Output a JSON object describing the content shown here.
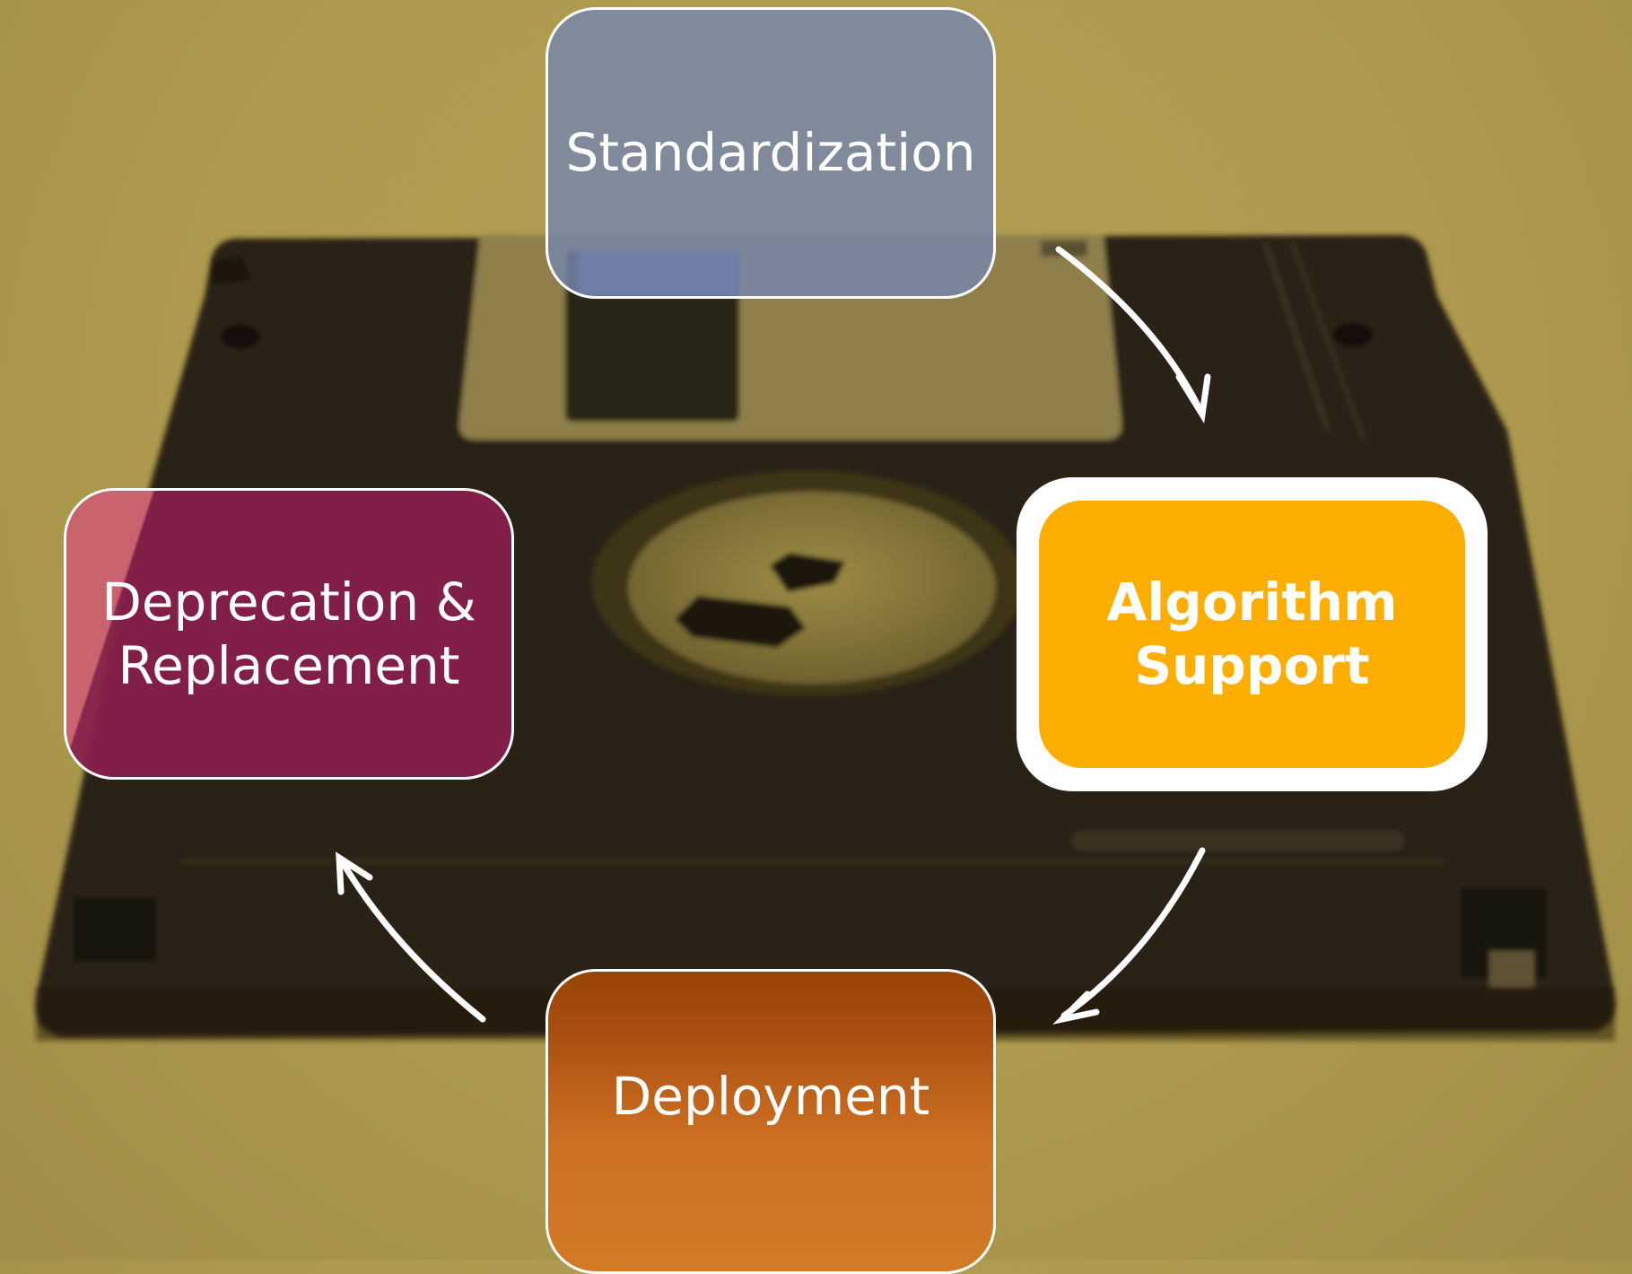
{
  "diagram": {
    "type": "cycle",
    "nodes": [
      {
        "id": "standardization",
        "label": "Standardization",
        "color": "#7686ab",
        "highlighted": false
      },
      {
        "id": "algorithm-support",
        "label": "Algorithm\nSupport",
        "color": "#fdae00",
        "highlighted": true
      },
      {
        "id": "deployment",
        "label": "Deployment",
        "color": "#cc6f22",
        "highlighted": false
      },
      {
        "id": "deprecation",
        "label": "Deprecation &\nReplacement",
        "color": "#86204b",
        "highlighted": false
      }
    ],
    "edges": [
      {
        "from": "standardization",
        "to": "algorithm-support"
      },
      {
        "from": "algorithm-support",
        "to": "deployment"
      },
      {
        "from": "deployment",
        "to": "deprecation"
      }
    ],
    "background": "floppy-disk-photo"
  }
}
